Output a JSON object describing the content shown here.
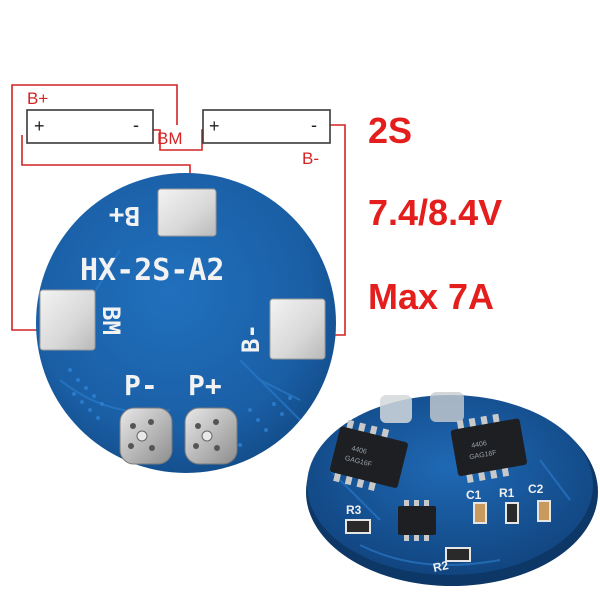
{
  "wiring": {
    "b_plus": "B+",
    "bm": "BM",
    "b_minus": "B-",
    "cell_plus": "+",
    "cell_minus": "-"
  },
  "specs": {
    "cells": "2S",
    "voltage": "7.4/8.4V",
    "current": "Max 7A"
  },
  "board_front": {
    "model": "HX-2S-A2",
    "pad_b_plus": "B+",
    "pad_bm": "BM",
    "pad_b_minus": "B-",
    "pad_p_minus": "P-",
    "pad_p_plus": "P+"
  },
  "board_back": {
    "c1": "C1",
    "r1": "R1",
    "c2": "C2",
    "r3": "R3",
    "r2": "R2",
    "mosfet_marking_1": "4406",
    "mosfet_marking_2": "GAG16F"
  },
  "colors": {
    "pcb_blue": "#1a5fa6",
    "wire_red": "#d42424",
    "spec_red": "#e41d1d",
    "silkscreen": "#f2f2f2"
  }
}
